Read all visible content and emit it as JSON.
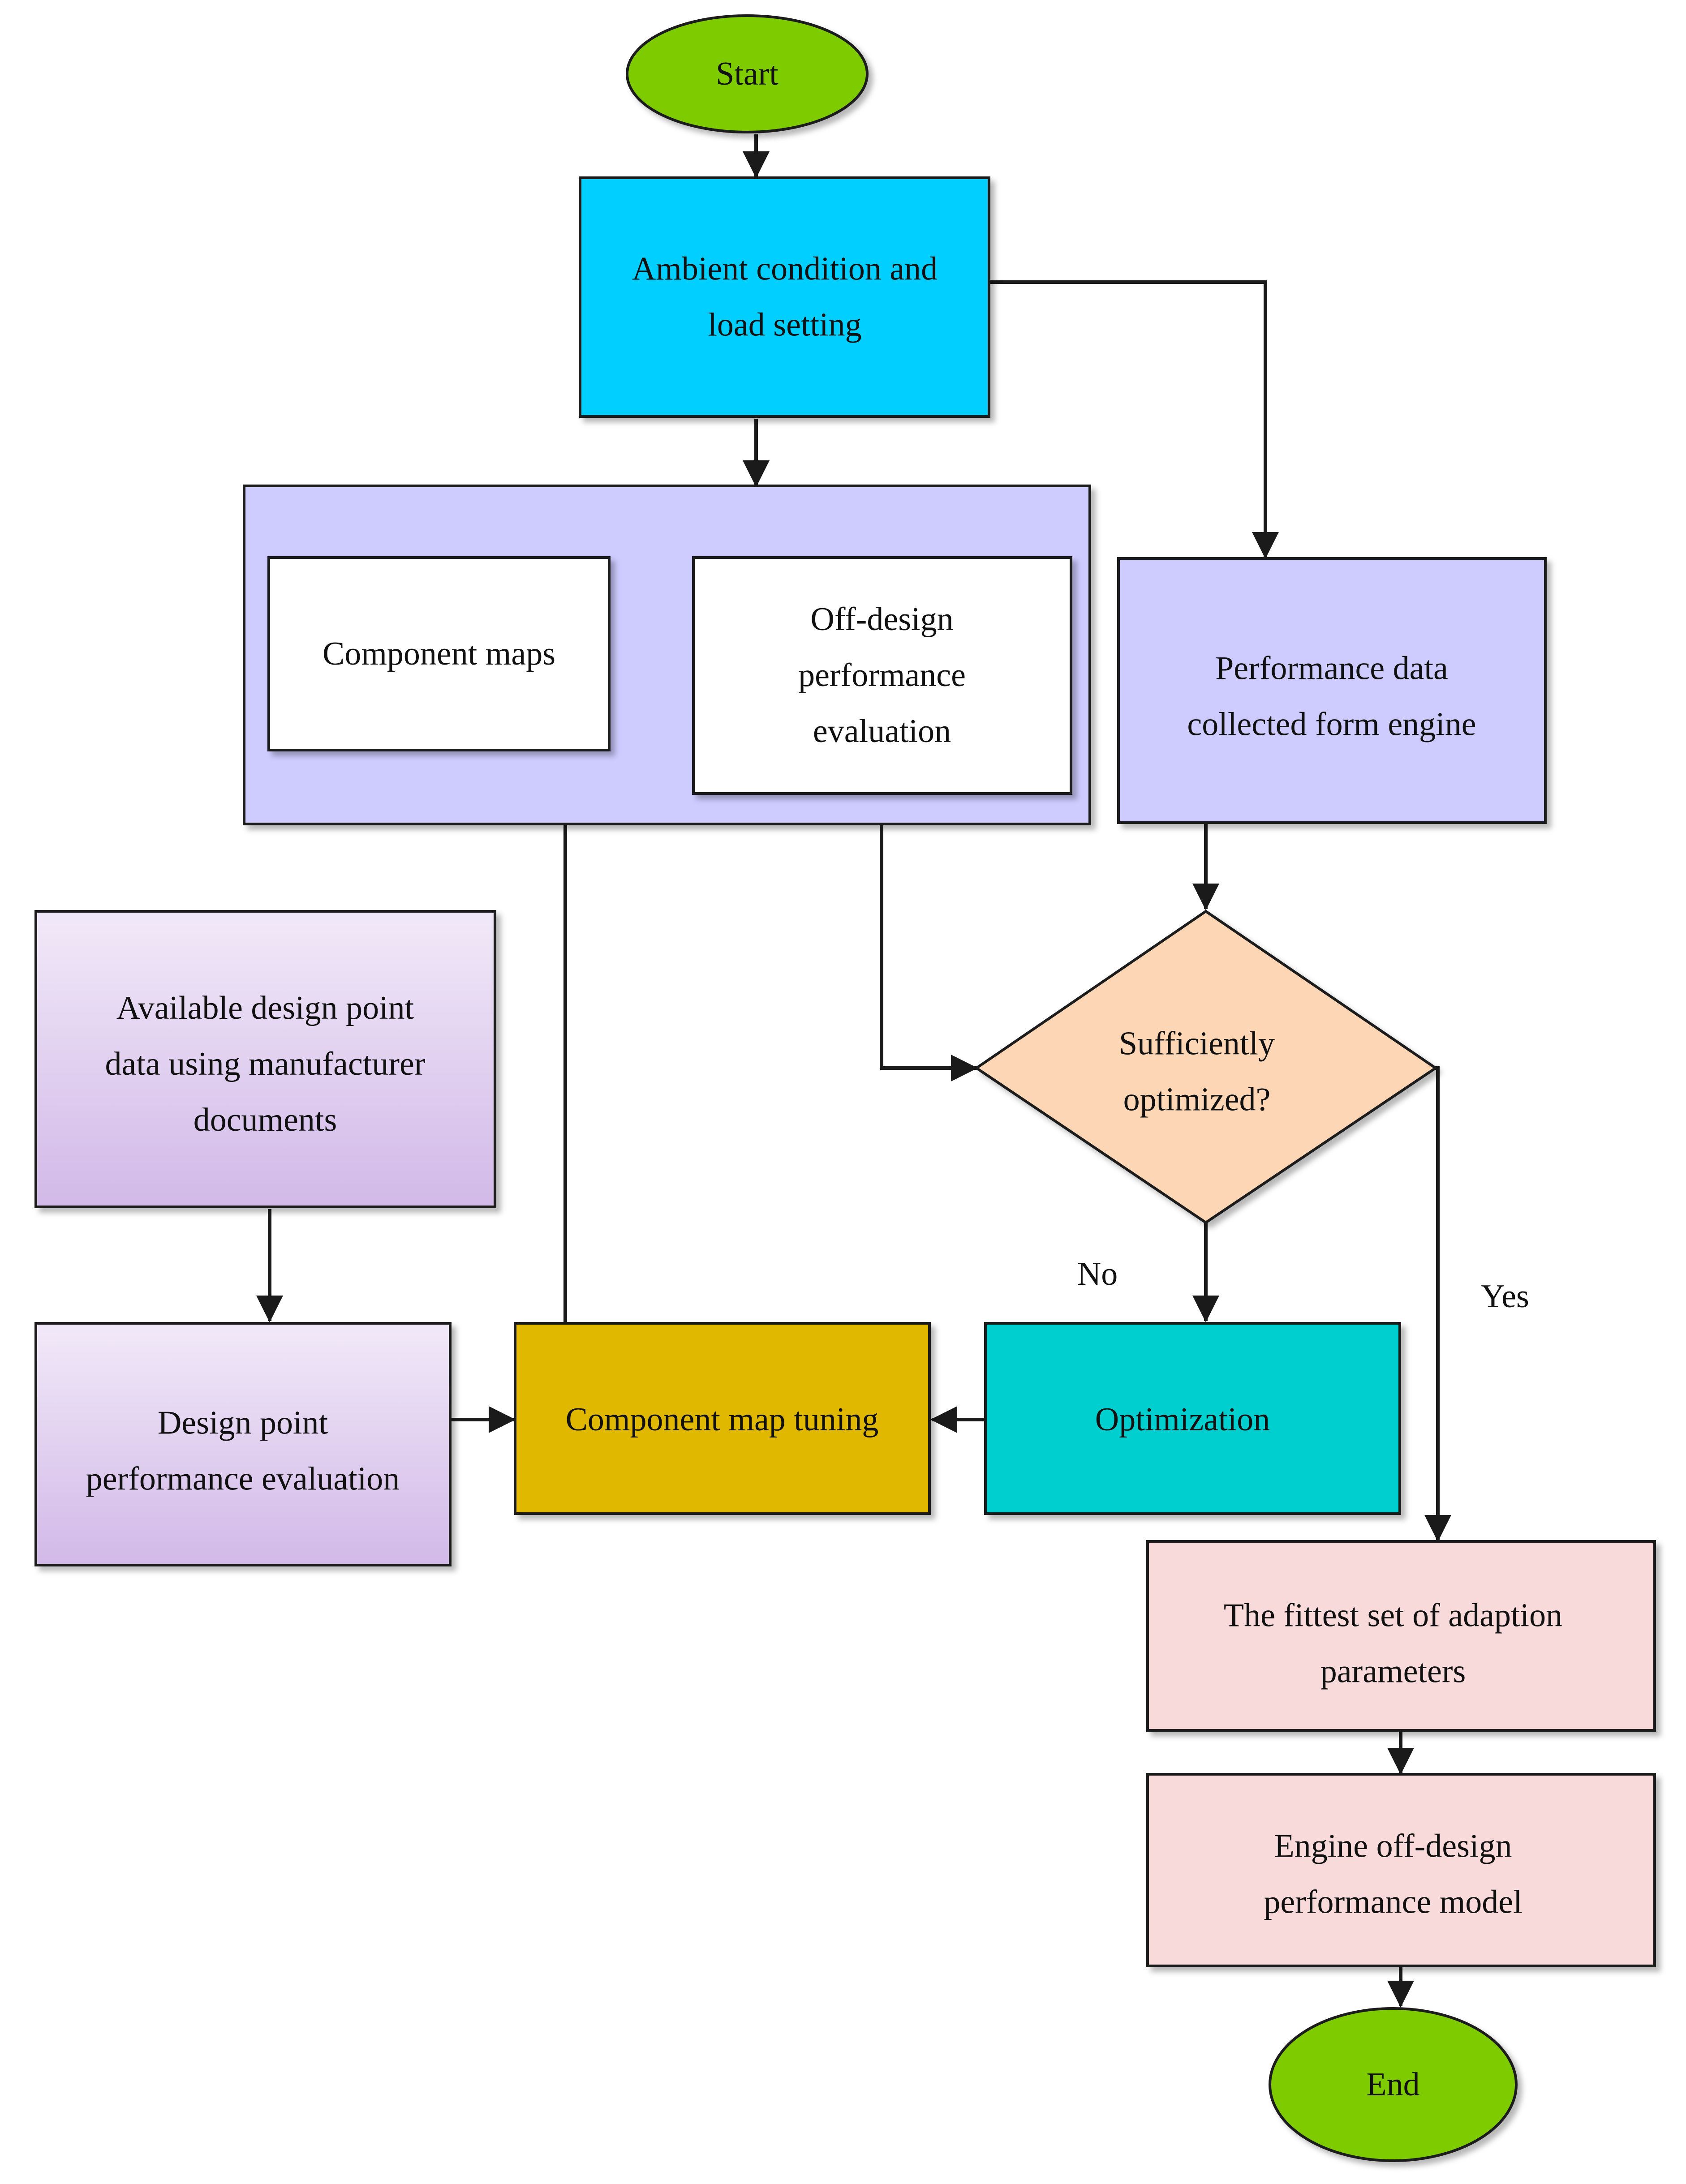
{
  "colors": {
    "terminal": "#7ecb00",
    "ambient": "#00cfff",
    "lavender": "#cdcbff",
    "white": "#ffffff",
    "design_top": "#f1e9f8",
    "design_bottom": "#d2b9e8",
    "decision": "#fdd7b5",
    "tuning": "#e0b800",
    "optimization": "#00cfcf",
    "pink": "#f8dadb",
    "stroke": "#1a1a1a"
  },
  "nodes": {
    "start": {
      "lines": [
        "Start"
      ]
    },
    "ambient": {
      "lines": [
        "Ambient condition and",
        "load setting"
      ]
    },
    "component_maps": {
      "lines": [
        "Component maps"
      ]
    },
    "off_design": {
      "lines": [
        "Off-design",
        "performance",
        "evaluation"
      ]
    },
    "performance_data": {
      "lines": [
        "Performance data",
        "collected form engine"
      ]
    },
    "available_design": {
      "lines": [
        "Available design point",
        "data using manufacturer",
        "documents"
      ]
    },
    "decision": {
      "lines": [
        "Sufficiently",
        "optimized?"
      ]
    },
    "design_point": {
      "lines": [
        "Design point",
        "performance evaluation"
      ]
    },
    "tuning": {
      "lines": [
        "Component map tuning"
      ]
    },
    "optimization": {
      "lines": [
        "Optimization"
      ]
    },
    "fittest": {
      "lines": [
        "The fittest set of adaption",
        "parameters"
      ]
    },
    "engine_model": {
      "lines": [
        "Engine off-design",
        "performance model"
      ]
    },
    "end": {
      "lines": [
        "End"
      ]
    }
  },
  "edge_labels": {
    "no": "No",
    "yes": "Yes"
  }
}
